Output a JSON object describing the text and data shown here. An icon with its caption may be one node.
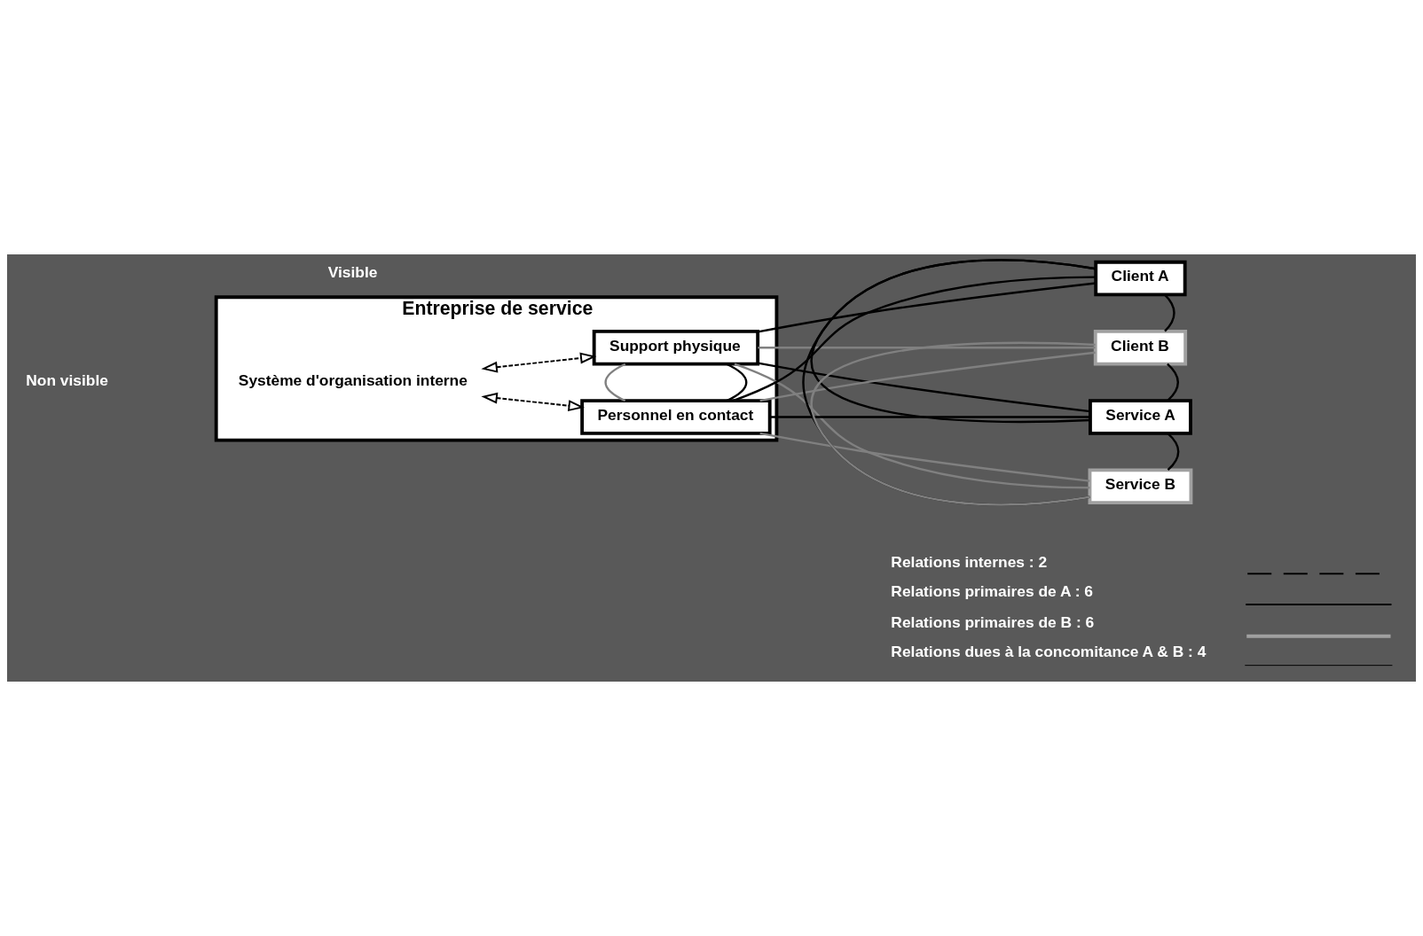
{
  "diagram": {
    "nodes": [
      {
        "text": [
          "Entreprise de service"
        ]
      },
      {
        "text": [
          "Système d'organisation interne"
        ],
        "in": 0
      },
      {
        "text": [
          "Support physique"
        ],
        "in": 0
      },
      {
        "text": [
          "Personnel en contact"
        ],
        "in": 0
      },
      {
        "text": [
          "Client A"
        ]
      },
      {
        "text": [
          "Client B"
        ]
      },
      {
        "text": [
          "Service A"
        ]
      },
      {
        "text": [
          "Service B"
        ]
      }
    ],
    "edges": [
      {
        "from": 1,
        "to": 2,
        "arrow": "both",
        "style": "dashed"
      },
      {
        "from": 1,
        "to": 3,
        "arrow": "both",
        "style": "dashed"
      },
      {
        "from": 2,
        "to": 3,
        "arrow": "none"
      },
      {
        "from": 2,
        "to": 3,
        "arrow": "none",
        "color": "#808080"
      },
      {
        "from": 2,
        "to": 4,
        "arrow": "none"
      },
      {
        "from": 2,
        "to": 5,
        "arrow": "none",
        "color": "#808080"
      },
      {
        "from": 2,
        "to": 6,
        "arrow": "none"
      },
      {
        "from": 2,
        "to": 7,
        "arrow": "none",
        "color": "#808080"
      },
      {
        "from": 3,
        "to": 4,
        "arrow": "none"
      },
      {
        "from": 3,
        "to": 5,
        "arrow": "none",
        "color": "#808080"
      },
      {
        "from": 3,
        "to": 6,
        "arrow": "none"
      },
      {
        "from": 3,
        "to": 7,
        "arrow": "none",
        "color": "#808080"
      },
      {
        "from": 4,
        "to": 6,
        "arrow": "none"
      },
      {
        "from": 5,
        "to": 7,
        "arrow": "none",
        "color": "#808080"
      },
      {
        "from": 4,
        "to": 5,
        "arrow": "none"
      },
      {
        "from": 5,
        "to": 6,
        "arrow": "none"
      },
      {
        "from": 6,
        "to": 7,
        "arrow": "none"
      },
      {
        "from": 4,
        "to": 7,
        "arrow": "none"
      }
    ],
    "labels": [
      "Non visible",
      "Visible"
    ],
    "legend": [
      {
        "text": "Relations internes : 2"
      },
      {
        "text": "Relations primaires de A : 6"
      },
      {
        "text": "Relations primaires de B : 6"
      },
      {
        "text": "Relations dues à la concomitance A & B : 4"
      }
    ]
  }
}
